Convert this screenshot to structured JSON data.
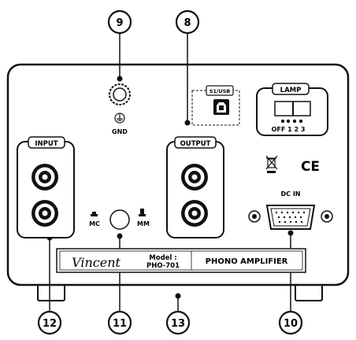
{
  "callouts": {
    "c8": "8",
    "c9": "9",
    "c10": "10",
    "c11": "11",
    "c12": "12",
    "c13": "13"
  },
  "labels": {
    "gnd": "GND",
    "input": "INPUT",
    "output": "OUTPUT",
    "usb": "S1/USB",
    "lamp": "LAMP",
    "lamp_positions": "OFF 1 2 3",
    "dc_in": "DC IN",
    "mc": "MC",
    "mm": "MM",
    "ce_mark": "CE"
  },
  "nameplate": {
    "brand": "Vincent",
    "model_label": "Model :",
    "model_number": "PHO-701",
    "product": "PHONO AMPLIFIER"
  }
}
